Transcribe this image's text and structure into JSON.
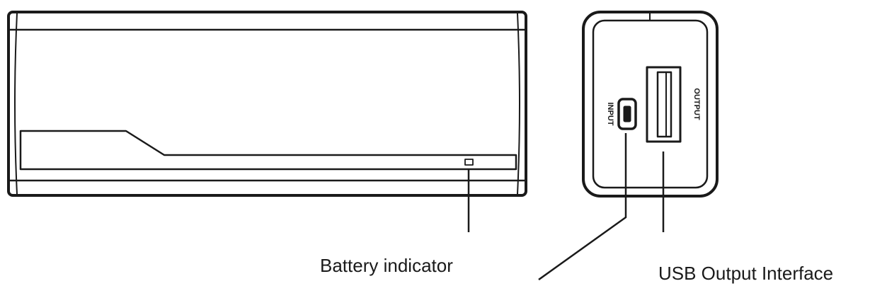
{
  "labels": {
    "battery_indicator": "Battery indicator",
    "usb_output_interface": "USB Output Interface"
  },
  "port_labels": {
    "input": "INPUT",
    "output": "OUTPUT"
  },
  "colors": {
    "stroke": "#1a1a1a",
    "background": "#ffffff"
  }
}
